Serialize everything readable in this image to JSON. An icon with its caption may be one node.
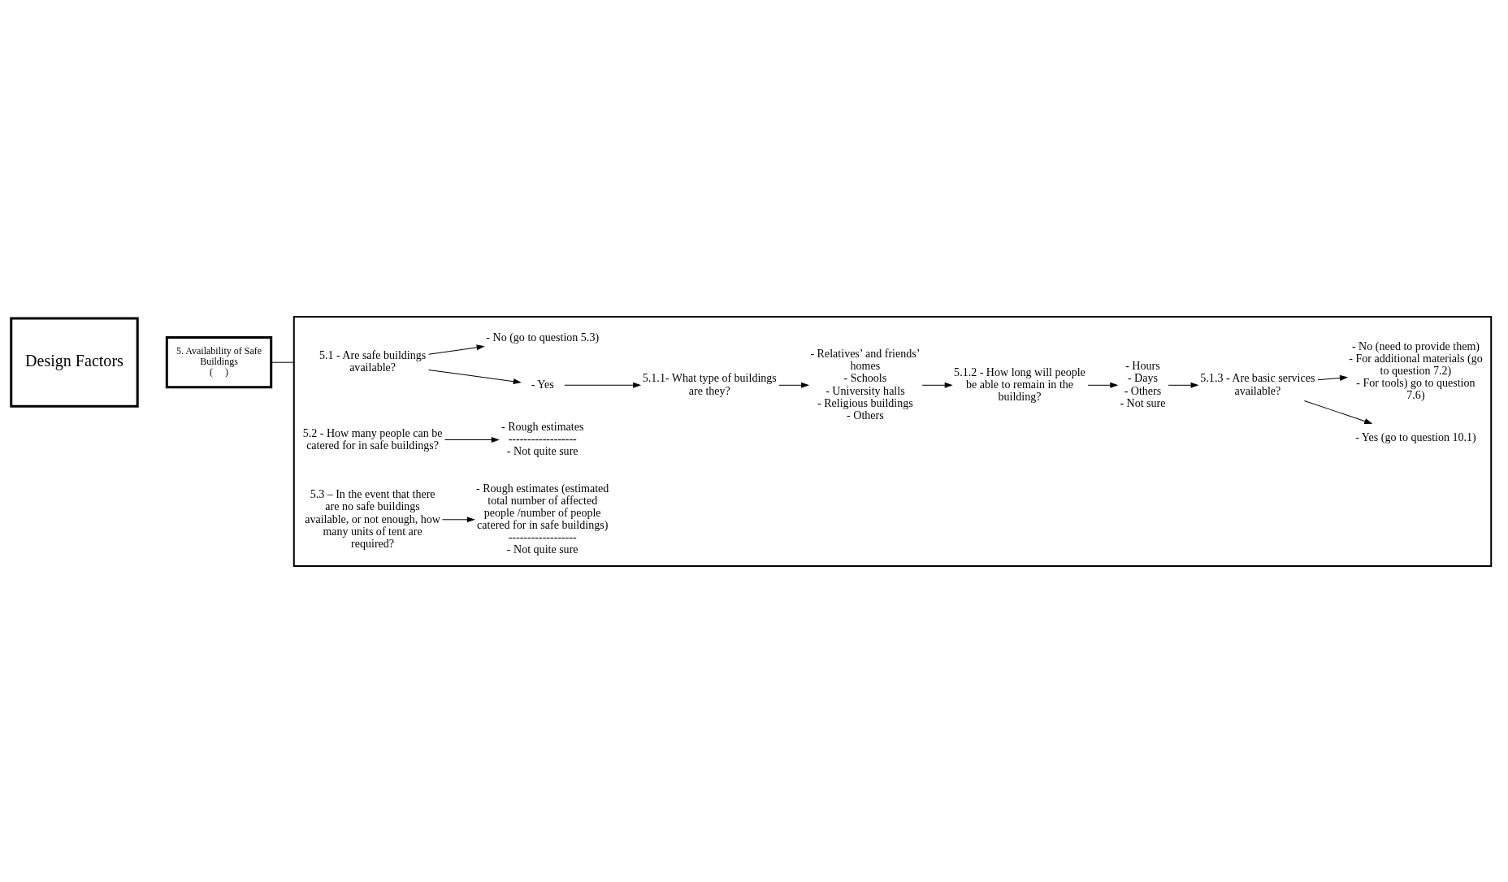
{
  "diagram": {
    "nodes": [
      {
        "text": [
          "Design Factors"
        ]
      },
      {
        "text": [
          "5. Availability of Safe Buildings",
          "(     )"
        ]
      },
      {
        "text": [],
        "shape": "box"
      },
      {
        "text": [
          "5.1 - Are safe buildings available?"
        ],
        "in": 2
      },
      {
        "text": [
          "- Yes"
        ],
        "in": 2
      },
      {
        "text": [
          "- No (go to question 5.3)"
        ],
        "in": 2
      },
      {
        "text": [
          "5.1.1- What type of buildings are they?"
        ],
        "in": 2
      },
      {
        "text": [
          "- Relatives’ and friends’ homes",
          "- Schools",
          "- University halls",
          "- Religious buildings",
          "- Others"
        ],
        "in": 2
      },
      {
        "text": [
          "5.1.2 - How long will people be able to remain in the building?"
        ],
        "in": 2
      },
      {
        "text": [
          "- Hours",
          "- Days",
          "- Others",
          "- Not sure"
        ],
        "in": 2
      },
      {
        "text": [
          "5.1.3 - Are basic services available?"
        ],
        "in": 2
      },
      {
        "text": [
          "- Yes (go to question 10.1)"
        ],
        "in": 2
      },
      {
        "text": [
          "- No (need to provide them)",
          "- For additional materials (go to question 7.2)",
          "- For tools) go to question   7.6)"
        ],
        "in": 2
      },
      {
        "text": [
          "5.2 - How many people can be catered for in safe buildings?"
        ],
        "in": 2
      },
      {
        "text": [
          "- Rough estimates",
          "------------------",
          "- Not quite sure"
        ],
        "in": 2
      },
      {
        "text": [
          "5.3 – In the event that there are no safe buildings available, or not enough, how many units of tent are required?"
        ],
        "in": 2
      },
      {
        "text": [
          "- Rough estimates (estimated total number of affected people /number of people catered for in safe buildings)",
          "------------------",
          "- Not quite sure"
        ],
        "in": 2
      }
    ],
    "edges": [
      {
        "from": 1,
        "to": 2,
        "arrow": "none"
      },
      {
        "from": 3,
        "to": 4,
        "arrow": "to"
      },
      {
        "from": 3,
        "to": 5,
        "arrow": "to"
      },
      {
        "from": 4,
        "to": 6,
        "arrow": "to"
      },
      {
        "from": 6,
        "to": 7,
        "arrow": "to"
      },
      {
        "from": 7,
        "to": 8,
        "arrow": "to"
      },
      {
        "from": 8,
        "to": 9,
        "arrow": "to"
      },
      {
        "from": 9,
        "to": 10,
        "arrow": "to"
      },
      {
        "from": 10,
        "to": 11,
        "arrow": "to"
      },
      {
        "from": 10,
        "to": 12,
        "arrow": "to"
      },
      {
        "from": 13,
        "to": 14,
        "arrow": "to"
      },
      {
        "from": 15,
        "to": 16,
        "arrow": "to"
      }
    ]
  }
}
